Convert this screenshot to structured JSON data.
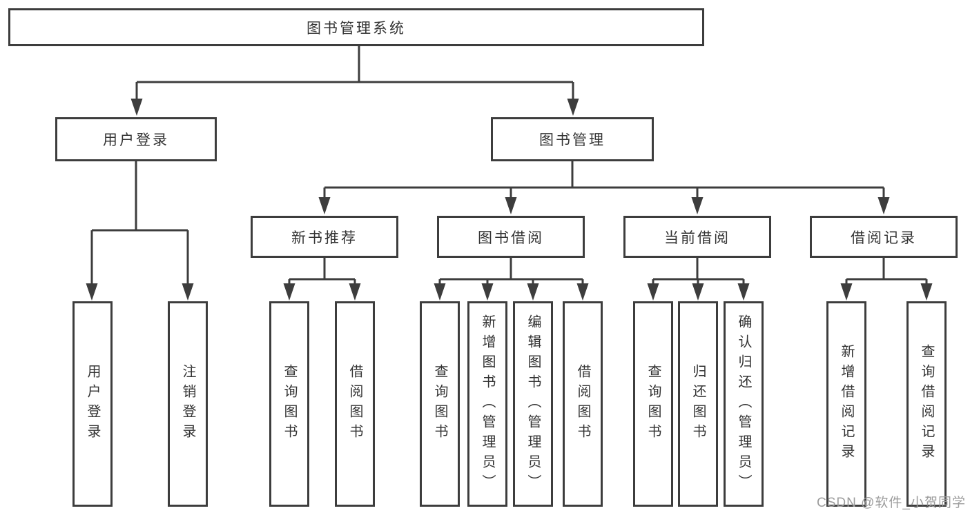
{
  "diagram": {
    "type": "hierarchy-structure-chart",
    "colors": {
      "line": "#3d3d3d",
      "box_border": "#3d3d3d",
      "text": "#333333",
      "background": "#ffffff",
      "watermark": "#9c9c9c"
    },
    "watermark": "CSDN @软件_小贺同学"
  },
  "tree": {
    "label": "图书管理系统",
    "children": [
      {
        "label": "用户登录",
        "children": [
          {
            "label": "用户登录"
          },
          {
            "label": "注销登录"
          }
        ]
      },
      {
        "label": "图书管理",
        "children": [
          {
            "label": "新书推荐",
            "children": [
              {
                "label": "查询图书"
              },
              {
                "label": "借阅图书"
              }
            ]
          },
          {
            "label": "图书借阅",
            "children": [
              {
                "label": "查询图书"
              },
              {
                "label": "新增图书（管理员）"
              },
              {
                "label": "编辑图书（管理员）"
              },
              {
                "label": "借阅图书"
              }
            ]
          },
          {
            "label": "当前借阅",
            "children": [
              {
                "label": "查询图书"
              },
              {
                "label": "归还图书"
              },
              {
                "label": "确认归还（管理员）"
              }
            ]
          },
          {
            "label": "借阅记录",
            "children": [
              {
                "label": "新增借阅记录"
              },
              {
                "label": "查询借阅记录"
              }
            ]
          }
        ]
      }
    ]
  }
}
